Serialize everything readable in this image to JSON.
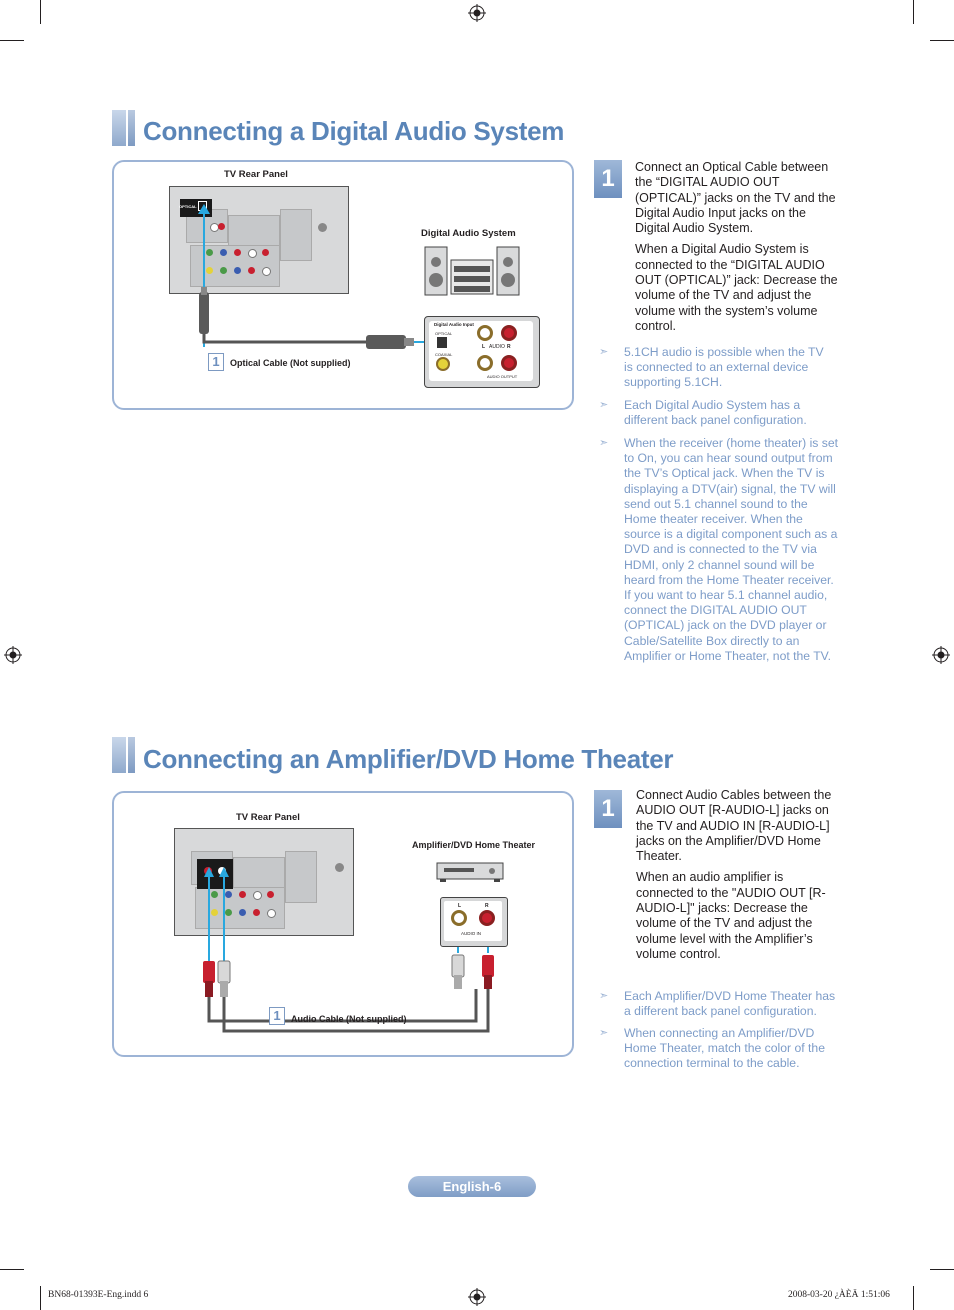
{
  "section1": {
    "title": "Connecting a Digital Audio System",
    "diagram": {
      "tv_label": "TV Rear Panel",
      "device_label": "Digital Audio System",
      "cable_step": "1",
      "cable_label": "Optical Cable (Not supplied)",
      "tv_jack_label": "OPTICAL",
      "device_panel_title": "Digital Audio Input",
      "device_optical": "OPTICAL",
      "device_coaxial": "COAXIAL",
      "device_audio": "AUDIO",
      "device_l": "L",
      "device_r": "R",
      "device_audio_output": "AUDIO OUTPUT"
    },
    "step": {
      "number": "1",
      "para1": "Connect an Optical Cable between the “DIGITAL AUDIO OUT (OPTICAL)” jacks on the TV and the Digital Audio Input jacks on the Digital Audio System.",
      "para2": "When a Digital Audio System is connected to the “DIGITAL AUDIO OUT (OPTICAL)” jack: Decrease the volume of the TV and adjust the volume with the system’s volume control."
    },
    "notes": [
      "5.1CH audio is possible when the TV is connected to an external device supporting 5.1CH.",
      "Each Digital Audio System has a different back panel configuration.",
      "When the receiver (home theater) is set to On, you can hear sound output from the TV’s Optical jack. When the TV is displaying a DTV(air) signal, the TV will send out 5.1 channel sound to the Home theater receiver. When the source is a digital component such as a DVD and is connected to the TV via HDMI, only 2 channel sound will be heard from the Home Theater receiver. If you want to hear 5.1 channel audio, connect the DIGITAL AUDIO OUT (OPTICAL) jack on the DVD player or Cable/Satellite Box directly to an Amplifier or Home Theater, not the TV."
    ]
  },
  "section2": {
    "title": "Connecting an Amplifier/DVD Home Theater",
    "diagram": {
      "tv_label": "TV Rear Panel",
      "device_label": "Amplifier/DVD Home Theater",
      "cable_step": "1",
      "cable_label": "Audio Cable (Not supplied)",
      "device_l": "L",
      "device_r": "R",
      "device_audio_in": "AUDIO IN"
    },
    "step": {
      "number": "1",
      "para1": "Connect Audio Cables between the AUDIO OUT [R-AUDIO-L] jacks on the TV and AUDIO IN [R-AUDIO-L] jacks on the Amplifier/DVD Home Theater.",
      "para2": "When an audio amplifier is connected to the \"AUDIO OUT [R-AUDIO-L]\" jacks: Decrease the volume of the TV and adjust the volume level with the Amplifier’s volume control."
    },
    "notes": [
      "Each Amplifier/DVD Home Theater has a different back panel configuration.",
      "When connecting an Amplifier/DVD Home Theater, match the color of the connection terminal to the cable."
    ]
  },
  "footer": {
    "page_label": "English-6",
    "slug_left": "BN68-01393E-Eng.indd   6",
    "slug_right": "2008-03-20   ¿ÀÈÄ 1:51:06"
  },
  "colors": {
    "accent": "#5a85b8",
    "note_text": "#7d9cc8",
    "panel_border": "#9db4d6",
    "cable_blue": "#29a8df",
    "jack_red": "#c8202f"
  }
}
